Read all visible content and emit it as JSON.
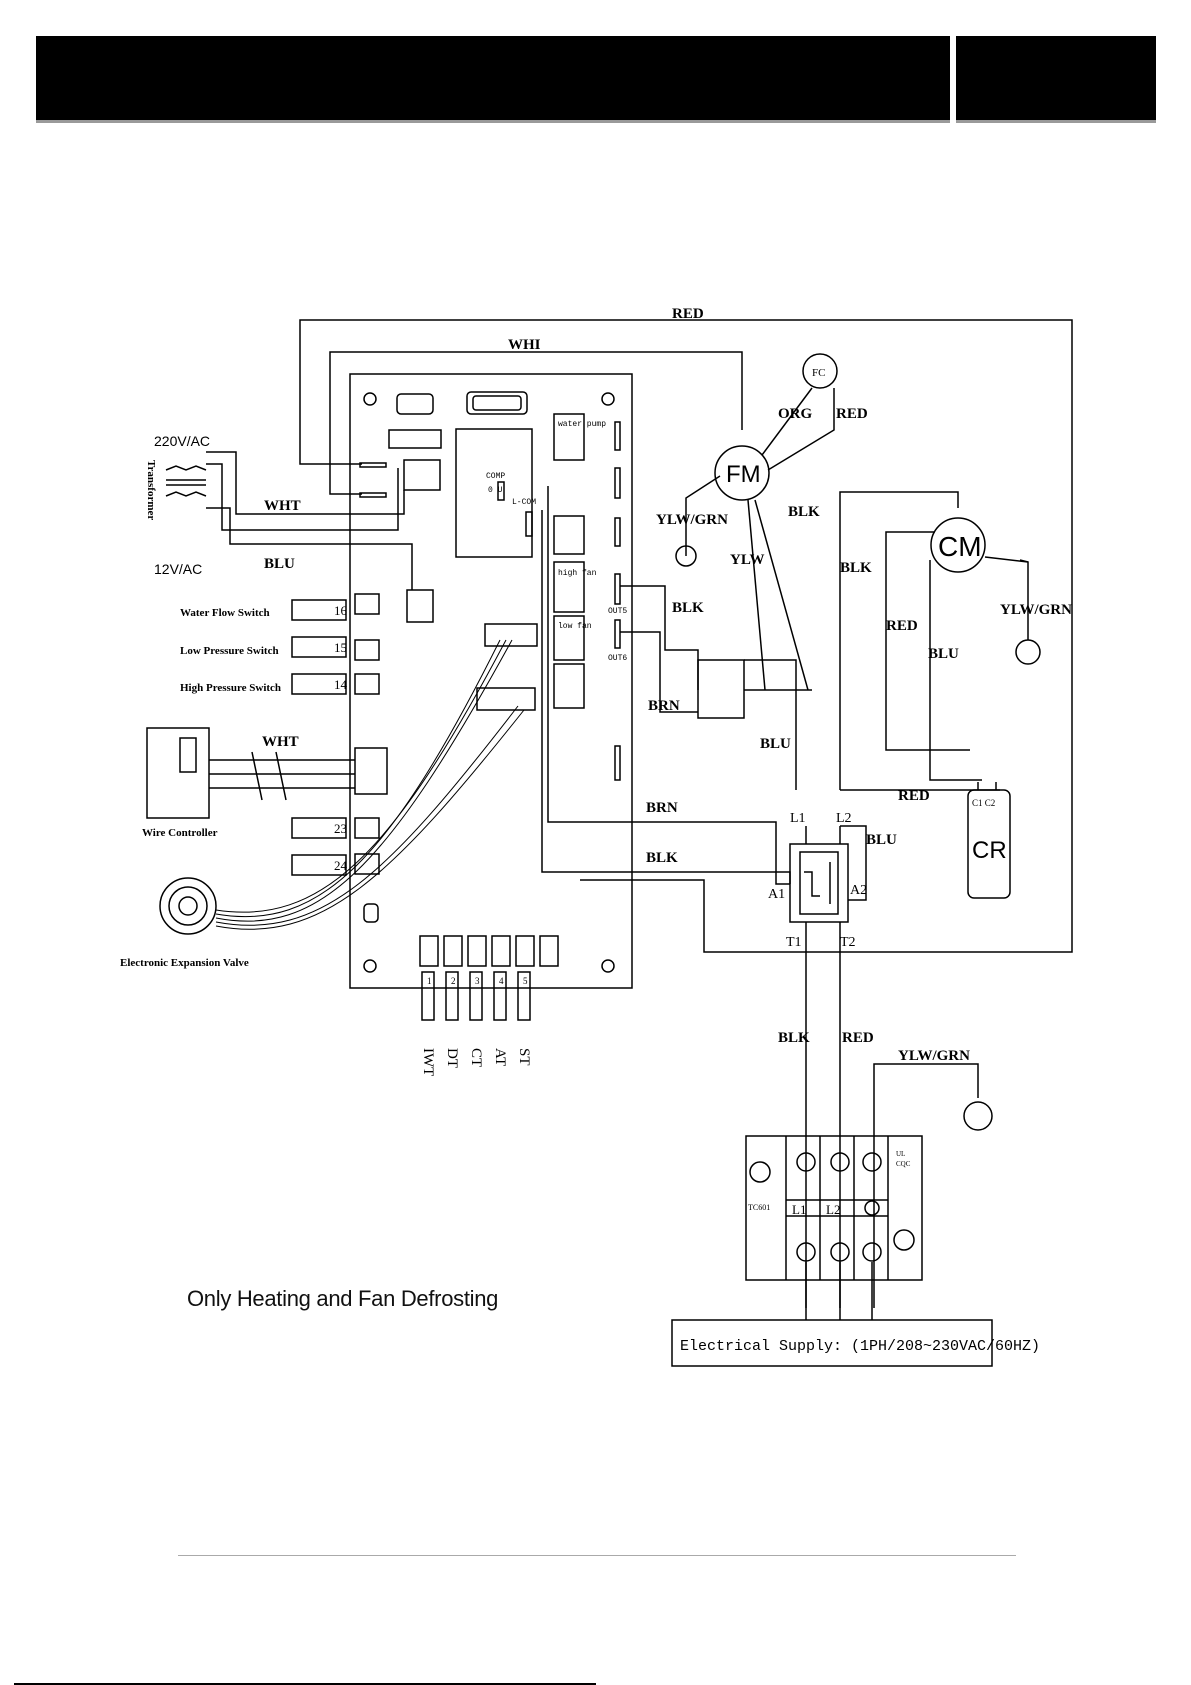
{
  "labels": {
    "red_top": "RED",
    "whi": "WHI",
    "v220": "220V/AC",
    "v12": "12V/AC",
    "transformer": "Transformer",
    "wht1": "WHT",
    "blu1": "BLU",
    "water_flow": "Water Flow Switch",
    "low_pressure": "Low Pressure Switch",
    "high_pressure": "High Pressure Switch",
    "n16": "16",
    "n15": "15",
    "n14": "14",
    "n23": "23",
    "n24": "24",
    "wire_controller": "Wire Controller",
    "wht2": "WHT",
    "eev": "Electronic Expansion Valve",
    "water_pump": "water pump",
    "comp": "COMP",
    "ou": "0 U",
    "lcom": "L-COM",
    "high_fan": "high fan",
    "low_fan": "low fan",
    "out5": "OUT5",
    "out6": "OUT6",
    "fc": "FC",
    "fm": "FM",
    "cm": "CM",
    "org": "ORG",
    "red_fc": "RED",
    "ylwgrn1": "YLW/GRN",
    "blk_fm": "BLK",
    "ylw": "YLW",
    "blk_relay": "BLK",
    "brn_relay": "BRN",
    "blk_cm": "BLK",
    "red_cm": "RED",
    "blu_cm": "BLU",
    "ylwgrn2": "YLW/GRN",
    "blu_mid": "BLU",
    "red_cap": "RED",
    "cr": "CR",
    "c1c2": "C1 C2",
    "brn_k": "BRN",
    "blk_k": "BLK",
    "l1": "L1",
    "l2": "L2",
    "blu_k": "BLU",
    "a1": "A1",
    "a2": "A2",
    "t1": "T1",
    "t2": "T2",
    "blk_low": "BLK",
    "red_low": "RED",
    "ylwgrn3": "YLW/GRN",
    "s1": "1",
    "s2": "2",
    "s3": "3",
    "s4": "4",
    "s5": "5",
    "iwt": "IWT",
    "dt": "DT",
    "ct": "CT",
    "at": "AT",
    "st": "ST",
    "tb_l1": "L1",
    "tb_l2": "L2",
    "tb_model": "TC601",
    "tb_ul": "UL",
    "tb_cqc": "CQC",
    "supply": "Electrical Supply: (1PH/208~230VAC/60HZ)"
  },
  "caption": "Only Heating and Fan Defrosting"
}
